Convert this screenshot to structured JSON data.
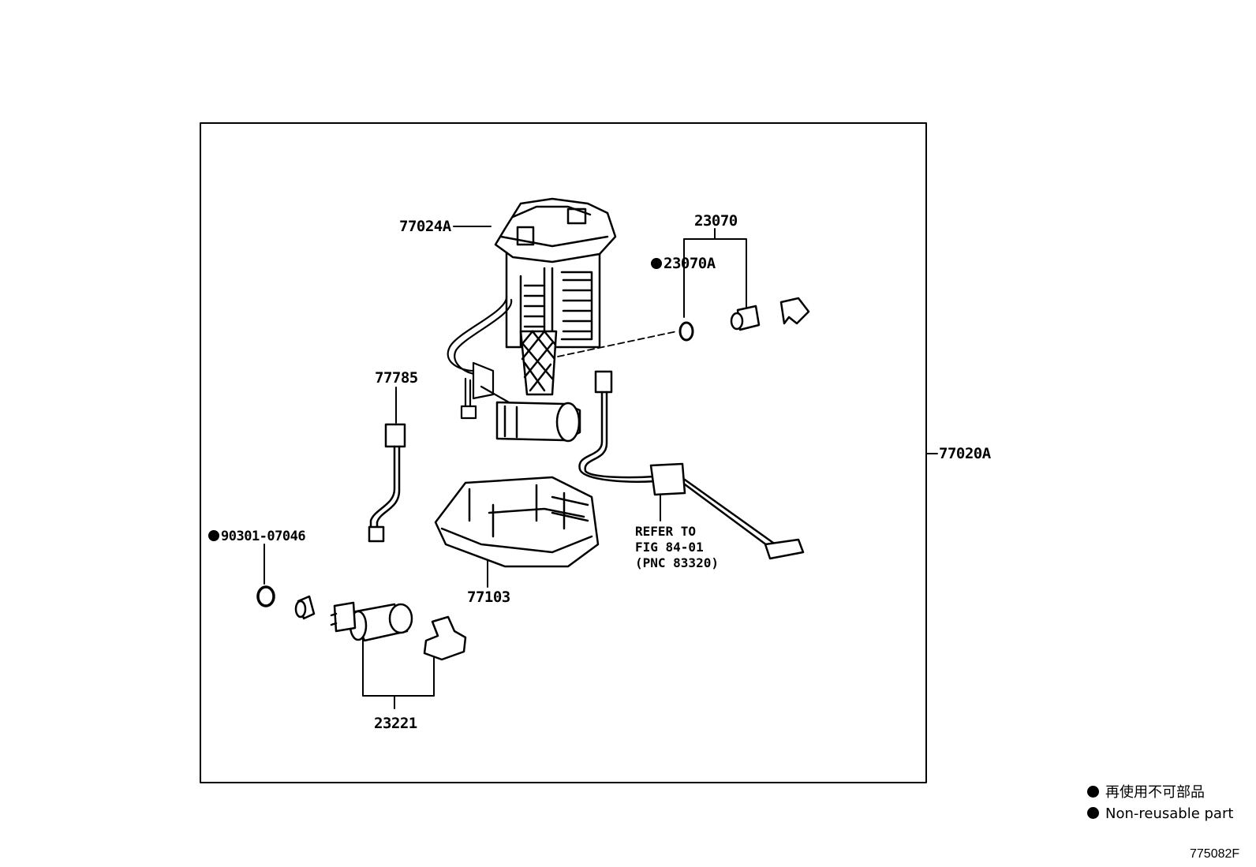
{
  "parts": {
    "p77024A": "77024A",
    "p23070": "23070",
    "p23070A": "23070A",
    "p77785": "77785",
    "p77020A": "77020A",
    "p90301": "90301-07046",
    "p77103": "77103",
    "p23221": "23221"
  },
  "refer": {
    "line1": "REFER TO",
    "line2": "FIG 84-01",
    "line3": "(PNC 83320)"
  },
  "legend": {
    "jp": "再使用不可部品",
    "en": "Non-reusable part"
  },
  "figure_id": "775082F"
}
